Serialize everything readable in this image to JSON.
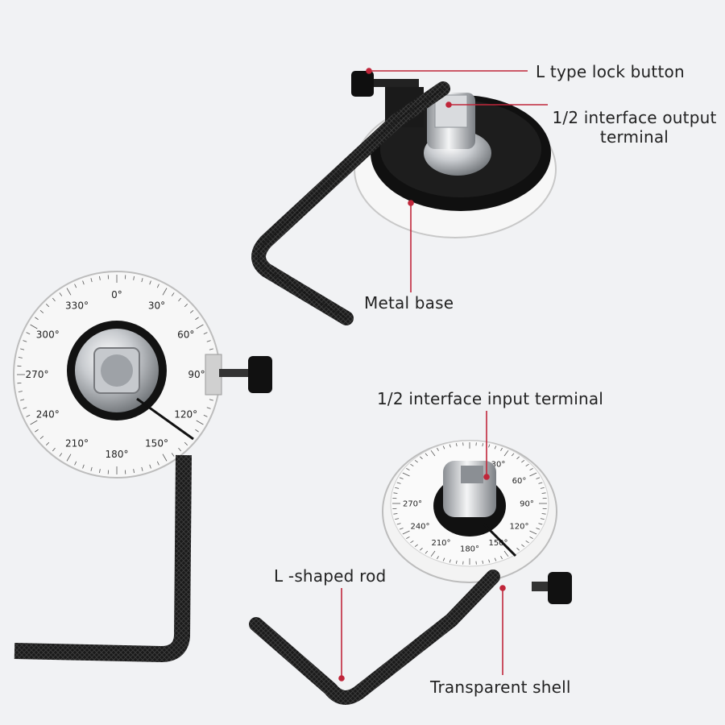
{
  "callouts": {
    "lock_button": "L type lock button",
    "output_terminal_line1": "1/2 interface output",
    "output_terminal_line2": "terminal",
    "metal_base": "Metal base",
    "input_terminal": "1/2 interface input terminal",
    "l_rod": "L -shaped rod",
    "transparent_shell": "Transparent shell"
  },
  "dial_labels": [
    "0°",
    "30°",
    "60°",
    "90°",
    "120°",
    "150°",
    "180°",
    "210°",
    "240°",
    "270°",
    "300°",
    "330°"
  ],
  "dial_labels_small": [
    "30°",
    "60°",
    "90°",
    "120°",
    "150°",
    "180°",
    "210°",
    "240°",
    "270°"
  ],
  "colors": {
    "leader_line": "#c0263a",
    "background": "#f1f2f4",
    "tool_black": "#161616"
  }
}
